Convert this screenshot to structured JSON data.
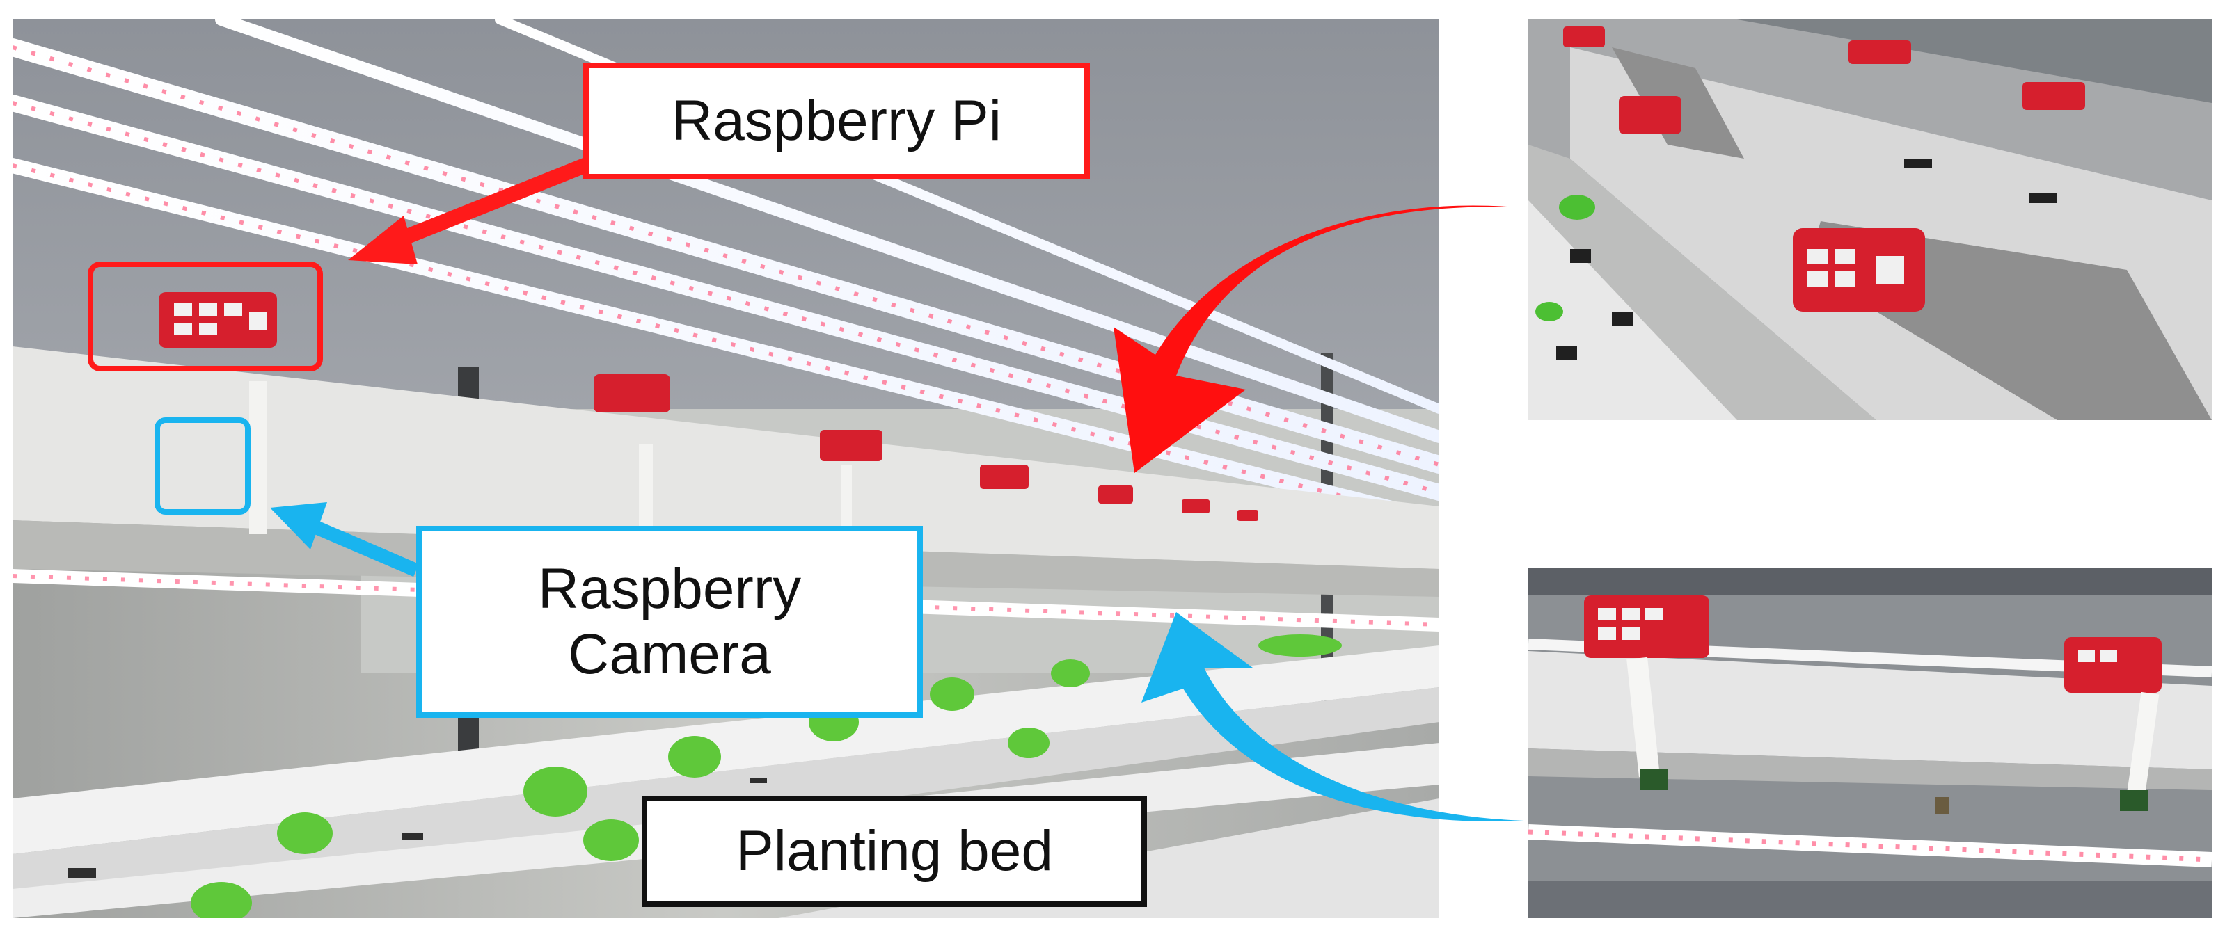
{
  "labels": {
    "raspberry_pi": "Raspberry Pi",
    "raspberry_camera_line1": "Raspberry",
    "raspberry_camera_line2": "Camera",
    "planting_bed": "Planting bed"
  },
  "colors": {
    "pi_highlight": "#ff1a1a",
    "camera_highlight": "#19b4ef",
    "bed_border": "#111111"
  }
}
